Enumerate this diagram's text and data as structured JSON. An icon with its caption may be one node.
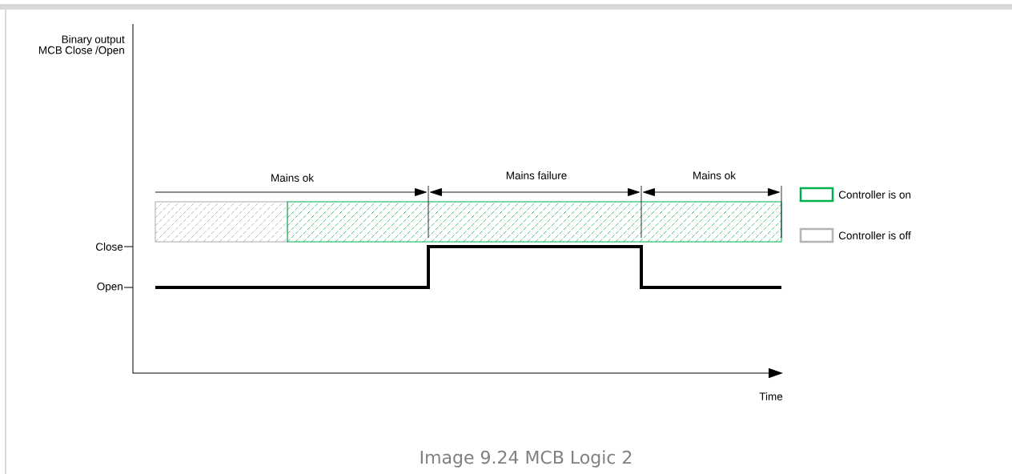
{
  "diagram": {
    "caption": "Image 9.24 MCB Logic 2",
    "labels": [
      "Binary output MCB Close /Open",
      "Close",
      "Open",
      "Mains ok",
      "Mains failure",
      "Mains ok",
      "Time"
    ],
    "legend": [
      {
        "text": "Controller is on",
        "color": "#00b050"
      },
      {
        "text": "Controller is off",
        "color": "#b4b4b4"
      }
    ]
  }
}
